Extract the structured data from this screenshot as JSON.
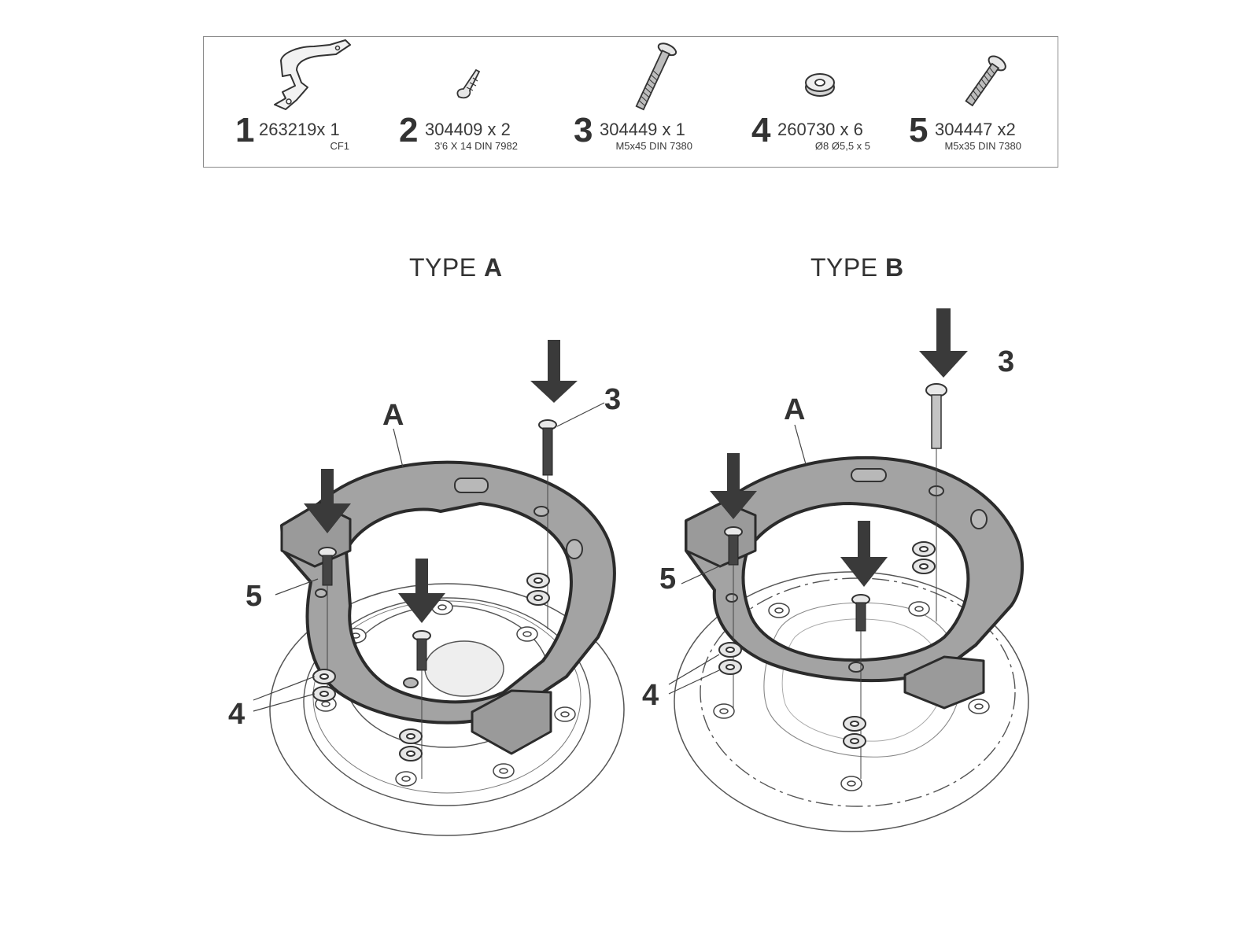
{
  "parts": [
    {
      "num": "1",
      "code": "263219x 1",
      "spec": "CF1",
      "icon": "bracket-icon"
    },
    {
      "num": "2",
      "code": "304409 x 2",
      "spec": "3'6 X 14 DIN 7982",
      "icon": "self-tapping-screw-icon"
    },
    {
      "num": "3",
      "code": "304449 x 1",
      "spec": "M5x45 DIN 7380",
      "icon": "long-bolt-icon"
    },
    {
      "num": "4",
      "code": "260730 x 6",
      "spec": "Ø8 Ø5,5 x 5",
      "icon": "spacer-washer-icon"
    },
    {
      "num": "5",
      "code": "304447 x2",
      "spec": "M5x35 DIN 7380",
      "icon": "short-bolt-icon"
    }
  ],
  "types": {
    "a": {
      "prefix": "TYPE ",
      "letter": "A"
    },
    "b": {
      "prefix": "TYPE ",
      "letter": "B"
    }
  },
  "callouts": {
    "ring": "A",
    "bolt_long": "3",
    "bolt_short": "5",
    "spacer": "4"
  },
  "colors": {
    "ring_fill": "#a3a3a3",
    "arrow": "#3a3a3a",
    "line": "#333333"
  }
}
